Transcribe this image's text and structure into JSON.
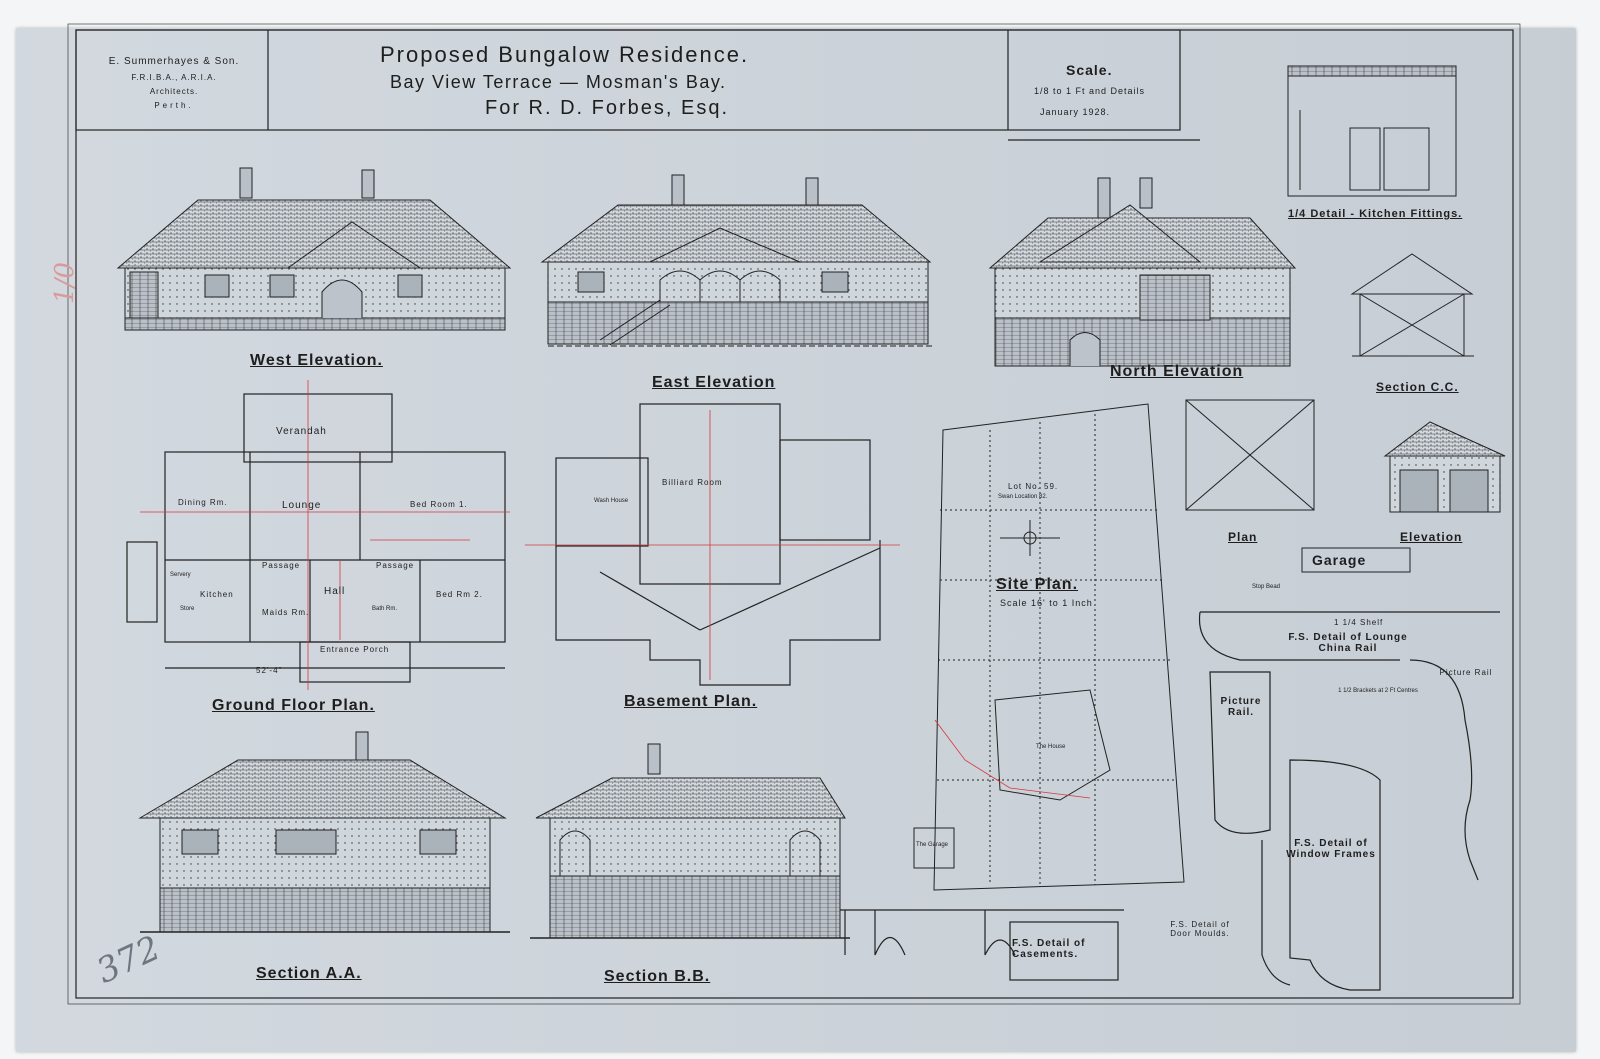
{
  "title_block": {
    "architect_1": "E. Summerhayes & Son.",
    "architect_2": "F.R.I.B.A., A.R.I.A.",
    "architect_3": "Architects.",
    "architect_4": "Perth.",
    "title": "Proposed Bungalow Residence.",
    "subtitle": "Bay View Terrace — Mosman's Bay.",
    "client": "For R. D. Forbes, Esq.",
    "scale_heading": "Scale.",
    "scale_text": "1/8 to 1 Ft and Details",
    "date": "January 1928."
  },
  "drawing_labels": {
    "west_elevation": "West Elevation.",
    "east_elevation": "East Elevation",
    "north_elevation": "North Elevation",
    "kitchen_fittings": "1/4 Detail - Kitchen Fittings.",
    "section_cc": "Section C.C.",
    "ground_floor_plan": "Ground Floor Plan.",
    "basement_plan": "Basement Plan.",
    "site_plan": "Site Plan.",
    "site_scale": "Scale 16' to 1 Inch",
    "garage_plan": "Plan",
    "garage_elevation": "Elevation",
    "garage": "Garage",
    "section_aa": "Section A.A.",
    "section_bb": "Section B.B.",
    "china_rail": "F.S. Detail of Lounge China Rail",
    "picture_rail": "Picture Rail.",
    "picture_rail_2": "Picture Rail",
    "window_frames": "F.S. Detail of Window Frames",
    "casements": "F.S. Detail of Casements.",
    "door_moulds": "F.S. Detail of Door Moulds."
  },
  "plan_rooms": {
    "verandah": "Verandah",
    "lounge": "Lounge",
    "dining": "Dining Rm.",
    "bed1": "Bed Room 1.",
    "bed2": "Bed Rm 2.",
    "kitchen": "Kitchen",
    "maids": "Maids Rm.",
    "hall": "Hall",
    "passage": "Passage",
    "passage_2": "Passage",
    "entrance": "Entrance Porch",
    "bath": "Bath Rm.",
    "servery": "Servery",
    "store": "Store",
    "billiard": "Billiard Room",
    "wash_house": "Wash House",
    "lot": "Lot No. 59.",
    "swan": "Swan Location 82.",
    "house": "The House",
    "garage_site": "The Garage",
    "stop_bead": "Stop Bead",
    "shelf": "1 1/4 Shelf",
    "brackets": "1 1/2 Brackets at 2 Ft Centres"
  },
  "annotations": {
    "dimension_width": "52'-4\"",
    "pencil_number": "372",
    "pencil_mark": "1/0"
  },
  "colors": {
    "paper": "#cdd4db",
    "ink": "#1e1e1e",
    "red_line": "#d9363e",
    "pencil": "#6f7680"
  }
}
